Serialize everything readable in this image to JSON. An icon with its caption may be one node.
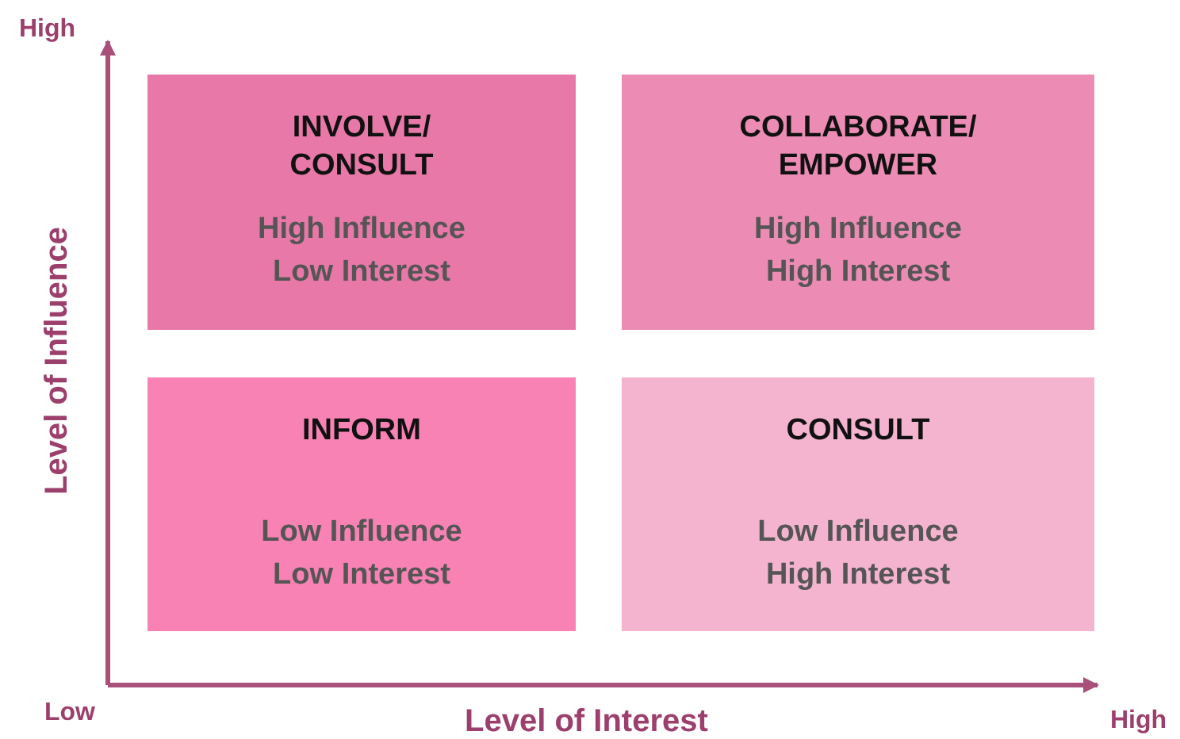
{
  "diagram": {
    "nodes": [
      {
        "text": [
          "INVOLVE/ CONSULT",
          "High Influence Low Interest"
        ]
      },
      {
        "text": [
          "COLLABORATE/ EMPOWER",
          "High Influence High Interest"
        ]
      },
      {
        "text": [
          "INFORM",
          "Low Influence Low Interest"
        ]
      },
      {
        "text": [
          "CONSULT",
          "Low Influence High Interest"
        ]
      }
    ],
    "edges": [],
    "labels": [
      "High",
      "Level of Influence",
      "Low",
      "Level of Interest",
      "High"
    ]
  }
}
